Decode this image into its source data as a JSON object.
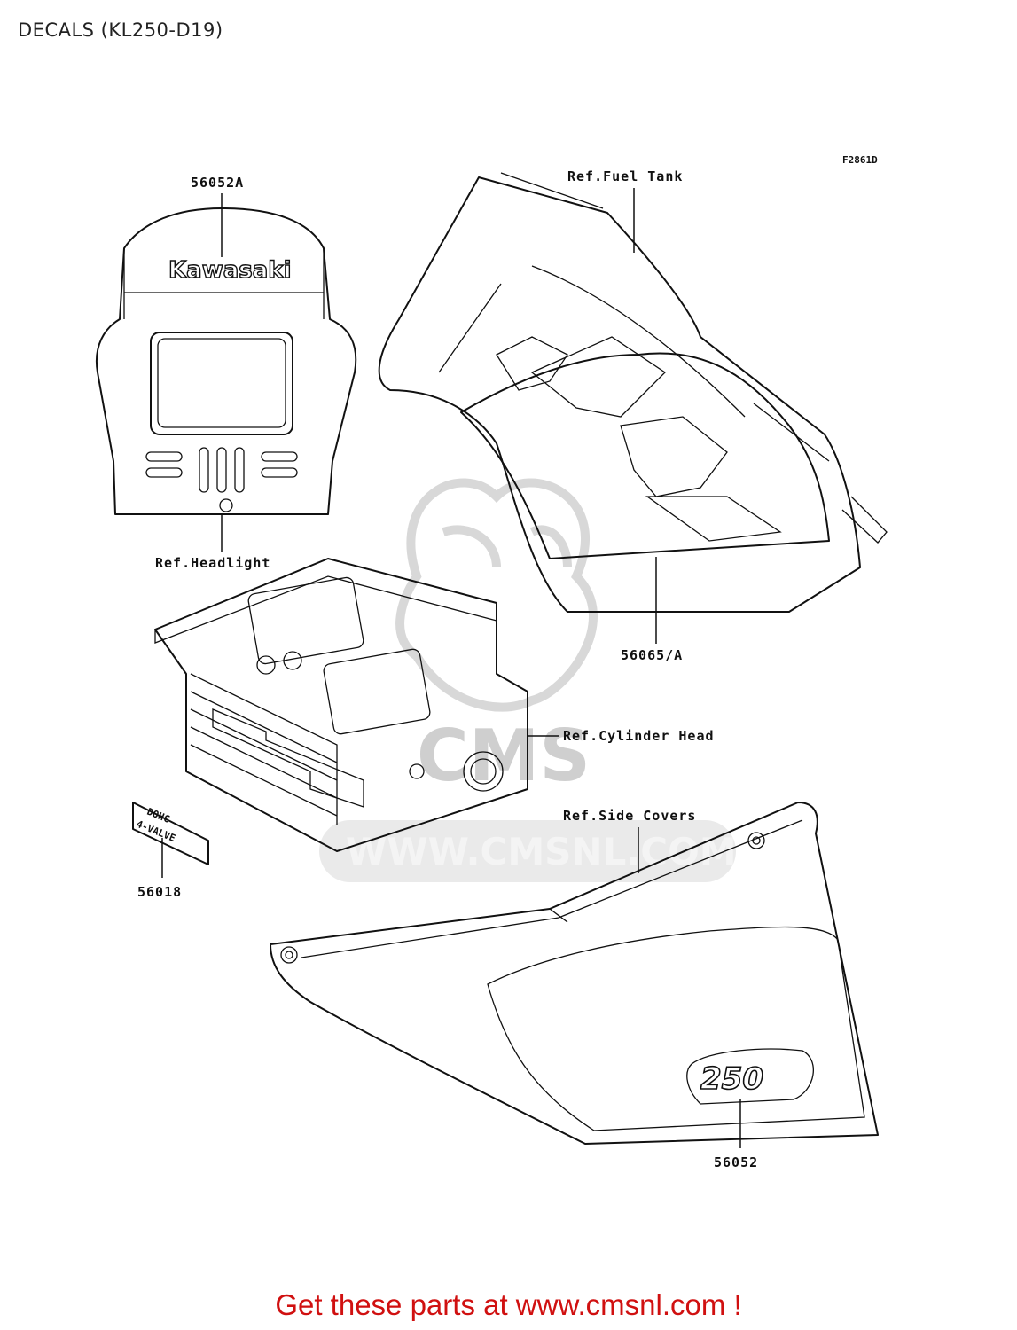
{
  "title": "DECALS (KL250-D19)",
  "figure_code": "F2861D",
  "callouts": {
    "part_56052A": "56052A",
    "ref_headlight": "Ref.Headlight",
    "ref_fuel_tank": "Ref.Fuel Tank",
    "part_56065A": "56065/A",
    "ref_cylinder_head": "Ref.Cylinder Head",
    "part_56018": "56018",
    "ref_side_covers": "Ref.Side Covers",
    "part_56052": "56052"
  },
  "decal_text": {
    "headlight_brand": "Kawasaki",
    "dohc_line1": "DOHC",
    "dohc_line2": "4-VALVE",
    "side_cover_logo": "250"
  },
  "watermark": {
    "text": "WWW.CMSNL.COM",
    "letters": "CMS"
  },
  "footer": {
    "text": "Get these parts at www.cmsnl.com !"
  },
  "colors": {
    "footer_red": "#d01010",
    "line": "#111111",
    "watermark_grey": "#d8d8d8"
  }
}
